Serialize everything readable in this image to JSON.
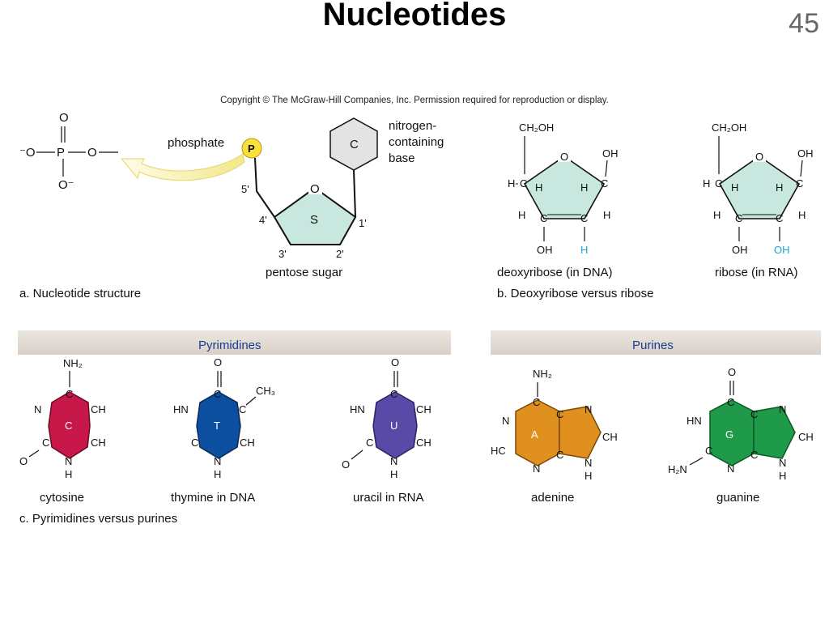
{
  "slide": {
    "title": "Nucleotides",
    "number": "45"
  },
  "copyright": "Copyright © The McGraw-Hill Companies, Inc. Permission required for reproduction or display.",
  "nucleotide": {
    "phosphate_label": "phosphate",
    "phosphate_atoms": {
      "O_top": "O",
      "O_left": "⁻O",
      "P": "P",
      "O_right": "O",
      "O_bottom": "O⁻",
      "ball": "P"
    },
    "base_label_lines": [
      "nitrogen-",
      "containing",
      "base"
    ],
    "base_letter": "C",
    "sugar_letter": "S",
    "ring_oxygen": "O",
    "carbons": {
      "c5": "5'",
      "c4": "4'",
      "c3": "3'",
      "c2": "2'",
      "c1": "1'"
    },
    "sugar_label": "pentose sugar",
    "caption": "a. Nucleotide structure"
  },
  "sugars": {
    "deoxyribose": {
      "ch2oh": "CH₂OH",
      "oh_top": "OH",
      "oh_bottom": "OH",
      "special": "H",
      "label": "deoxyribose (in DNA)"
    },
    "ribose": {
      "ch2oh": "CH₂OH",
      "oh_top": "OH",
      "oh_bottom": "OH",
      "special": "OH",
      "label": "ribose (in RNA)"
    },
    "caption": "b. Deoxyribose versus ribose",
    "special_color": "#1aa6d9"
  },
  "bases": {
    "pyrimidines_header": "Pyrimidines",
    "purines_header": "Purines",
    "header_color": "#1a3c8c",
    "cytosine": {
      "letter": "C",
      "name": "cytosine",
      "top": "NH₂",
      "color": "#c8184a"
    },
    "thymine": {
      "letter": "T",
      "name": "thymine in DNA",
      "top": "O",
      "methyl": "CH₃",
      "color": "#0c4fa0"
    },
    "uracil": {
      "letter": "U",
      "name": "uracil in RNA",
      "top": "O",
      "color": "#5a4aa8"
    },
    "adenine": {
      "letter": "A",
      "name": "adenine",
      "top": "NH₂",
      "color": "#e0901e"
    },
    "guanine": {
      "letter": "G",
      "name": "guanine",
      "top": "O",
      "bottom_left": "H₂N",
      "color": "#1f9a48"
    },
    "caption": "c. Pyrimidines versus purines"
  }
}
